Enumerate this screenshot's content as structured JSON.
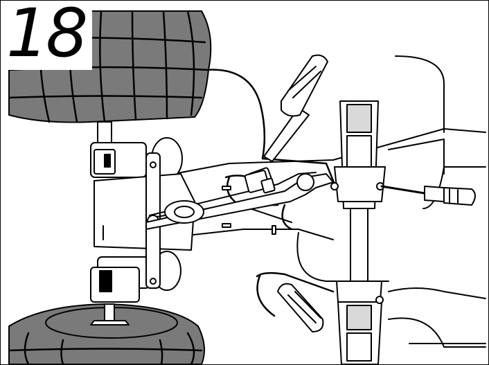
{
  "step": {
    "number": "18"
  },
  "colors": {
    "tire": "#7a7a7a",
    "tire_dark": "#5e5e5e",
    "line": "#000000",
    "fill": "#ffffff",
    "shade": "#d9d9d9"
  },
  "icons": [
    "tire-top",
    "tire-bottom",
    "steering-knuckle",
    "tie-rod",
    "pliers",
    "screwdriver",
    "steering-column",
    "handle-grip-upper",
    "handle-grip-lower",
    "wiring-harness",
    "connector"
  ]
}
